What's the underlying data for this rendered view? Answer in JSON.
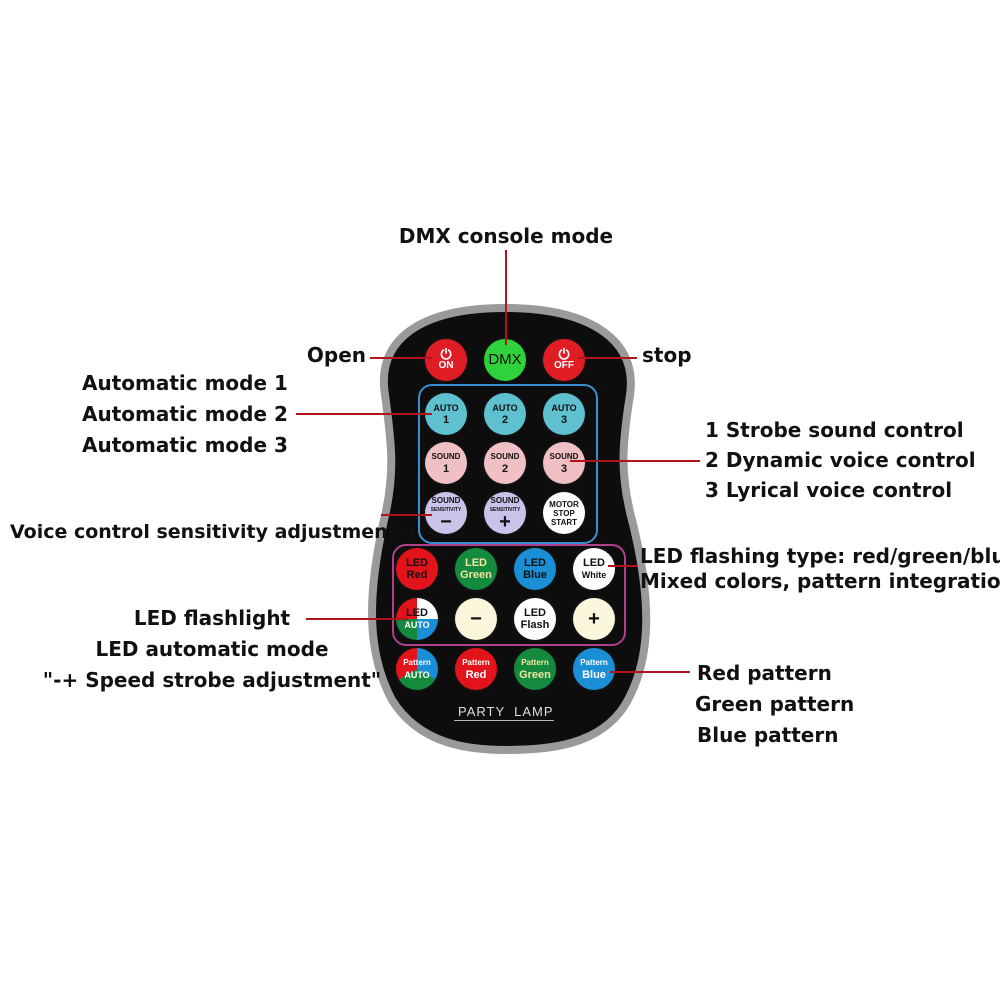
{
  "labels": {
    "dmx_console_mode": "DMX console mode",
    "open": "Open",
    "stop": "stop",
    "auto_mode_1": "Automatic mode 1",
    "auto_mode_2": "Automatic mode 2",
    "auto_mode_3": "Automatic mode 3",
    "strobe_sound": "1 Strobe sound control",
    "dynamic_voice": "2 Dynamic voice control",
    "lyrical_voice": "3 Lyrical voice control",
    "voice_sensitivity": "Voice control sensitivity adjustment +/-",
    "led_flash_type": "LED flashing type: red/green/blue",
    "mixed_colors": "Mixed colors, pattern integration",
    "led_flashlight": "LED flashlight",
    "led_auto_mode": "LED automatic mode",
    "speed_strobe": "\"-+ Speed strobe adjustment\"",
    "red_pattern": "Red pattern",
    "green_pattern": "Green pattern",
    "blue_pattern": "Blue pattern"
  },
  "remote": {
    "brand": "PARTY  LAMP",
    "power_on": {
      "line1": "⏻",
      "line2": "ON"
    },
    "dmx": {
      "line1": "DMX"
    },
    "power_off": {
      "line1": "⏻",
      "line2": "OFF"
    },
    "auto1": {
      "line1": "AUTO",
      "line2": "1"
    },
    "auto2": {
      "line1": "AUTO",
      "line2": "2"
    },
    "auto3": {
      "line1": "AUTO",
      "line2": "3"
    },
    "sound1": {
      "line1": "SOUND",
      "line2": "1"
    },
    "sound2": {
      "line1": "SOUND",
      "line2": "2"
    },
    "sound3": {
      "line1": "SOUND",
      "line2": "3"
    },
    "sens_minus": {
      "line1": "SOUND",
      "small": "SENSITIVITY",
      "line2": "−"
    },
    "sens_plus": {
      "line1": "SOUND",
      "small": "SENSITIVITY",
      "line2": "+"
    },
    "motor": {
      "line1": "MOTOR",
      "line2": "STOP",
      "line3": "START"
    },
    "led_red": {
      "line1": "LED",
      "line2": "Red"
    },
    "led_green": {
      "line1": "LED",
      "line2": "Green"
    },
    "led_blue": {
      "line1": "LED",
      "line2": "Blue"
    },
    "led_white": {
      "line1": "LED",
      "line2": "White"
    },
    "led_auto": {
      "line1": "LED",
      "line2": "AUTO"
    },
    "speed_minus": {
      "line1": "−"
    },
    "led_flash": {
      "line1": "LED",
      "line2": "Flash"
    },
    "speed_plus": {
      "line1": "+"
    },
    "pattern_auto": {
      "line1": "Pattern",
      "line2": "AUTO"
    },
    "pattern_red": {
      "line1": "Pattern",
      "line2": "Red"
    },
    "pattern_green": {
      "line1": "Pattern",
      "line2": "Green"
    },
    "pattern_blue": {
      "line1": "Pattern",
      "line2": "Blue"
    }
  },
  "colors": {
    "leader_line": "#b3141c",
    "remote_body": "#0d0d0d",
    "remote_rim": "#9a9a9a",
    "blue_group_border": "#3a8fd0",
    "pink_group_border": "#b0408c",
    "power_red": "#e01d25",
    "dmx_green": "#2fd23a",
    "auto_teal": "#5fc0d0",
    "sound_pink": "#f0c0c4",
    "sensitivity_lavender": "#c9c3ea",
    "led_red": "#e3131b",
    "led_green": "#138a3e",
    "led_blue": "#1b8fd6",
    "cream": "#fbf7dd"
  }
}
